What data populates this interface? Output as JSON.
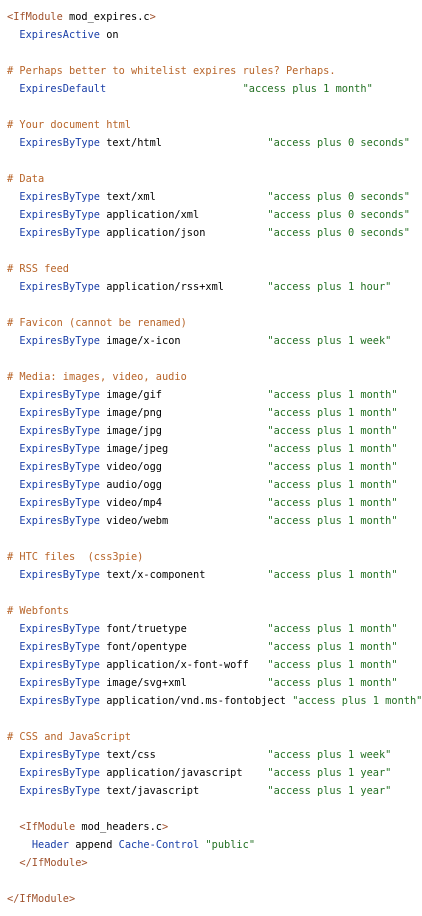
{
  "lines": [
    [
      {
        "t": "tag",
        "v": "<IfModule "
      },
      {
        "t": "plain",
        "v": "mod_expires.c"
      },
      {
        "t": "tag",
        "v": ">"
      }
    ],
    [
      {
        "t": "plain",
        "v": "  "
      },
      {
        "t": "dir",
        "v": "ExpiresActive"
      },
      {
        "t": "plain",
        "v": " on"
      }
    ],
    [],
    [
      {
        "t": "cmt",
        "v": "# Perhaps better to whitelist expires rules? Perhaps."
      }
    ],
    [
      {
        "t": "plain",
        "v": "  "
      },
      {
        "t": "dir",
        "v": "ExpiresDefault"
      },
      {
        "t": "plain",
        "v": "                      "
      },
      {
        "t": "str",
        "v": "\"access plus 1 month\""
      }
    ],
    [],
    [
      {
        "t": "cmt",
        "v": "# Your document html"
      }
    ],
    [
      {
        "t": "plain",
        "v": "  "
      },
      {
        "t": "dir",
        "v": "ExpiresByType"
      },
      {
        "t": "plain",
        "v": " text/html                 "
      },
      {
        "t": "str",
        "v": "\"access plus 0 seconds\""
      }
    ],
    [],
    [
      {
        "t": "cmt",
        "v": "# Data"
      }
    ],
    [
      {
        "t": "plain",
        "v": "  "
      },
      {
        "t": "dir",
        "v": "ExpiresByType"
      },
      {
        "t": "plain",
        "v": " text/xml                  "
      },
      {
        "t": "str",
        "v": "\"access plus 0 seconds\""
      }
    ],
    [
      {
        "t": "plain",
        "v": "  "
      },
      {
        "t": "dir",
        "v": "ExpiresByType"
      },
      {
        "t": "plain",
        "v": " application/xml           "
      },
      {
        "t": "str",
        "v": "\"access plus 0 seconds\""
      }
    ],
    [
      {
        "t": "plain",
        "v": "  "
      },
      {
        "t": "dir",
        "v": "ExpiresByType"
      },
      {
        "t": "plain",
        "v": " application/json          "
      },
      {
        "t": "str",
        "v": "\"access plus 0 seconds\""
      }
    ],
    [],
    [
      {
        "t": "cmt",
        "v": "# RSS feed"
      }
    ],
    [
      {
        "t": "plain",
        "v": "  "
      },
      {
        "t": "dir",
        "v": "ExpiresByType"
      },
      {
        "t": "plain",
        "v": " application/rss+xml       "
      },
      {
        "t": "str",
        "v": "\"access plus 1 hour\""
      }
    ],
    [],
    [
      {
        "t": "cmt",
        "v": "# Favicon (cannot be renamed)"
      }
    ],
    [
      {
        "t": "plain",
        "v": "  "
      },
      {
        "t": "dir",
        "v": "ExpiresByType"
      },
      {
        "t": "plain",
        "v": " image/x-icon              "
      },
      {
        "t": "str",
        "v": "\"access plus 1 week\""
      }
    ],
    [],
    [
      {
        "t": "cmt",
        "v": "# Media: images, video, audio"
      }
    ],
    [
      {
        "t": "plain",
        "v": "  "
      },
      {
        "t": "dir",
        "v": "ExpiresByType"
      },
      {
        "t": "plain",
        "v": " image/gif                 "
      },
      {
        "t": "str",
        "v": "\"access plus 1 month\""
      }
    ],
    [
      {
        "t": "plain",
        "v": "  "
      },
      {
        "t": "dir",
        "v": "ExpiresByType"
      },
      {
        "t": "plain",
        "v": " image/png                 "
      },
      {
        "t": "str",
        "v": "\"access plus 1 month\""
      }
    ],
    [
      {
        "t": "plain",
        "v": "  "
      },
      {
        "t": "dir",
        "v": "ExpiresByType"
      },
      {
        "t": "plain",
        "v": " image/jpg                 "
      },
      {
        "t": "str",
        "v": "\"access plus 1 month\""
      }
    ],
    [
      {
        "t": "plain",
        "v": "  "
      },
      {
        "t": "dir",
        "v": "ExpiresByType"
      },
      {
        "t": "plain",
        "v": " image/jpeg                "
      },
      {
        "t": "str",
        "v": "\"access plus 1 month\""
      }
    ],
    [
      {
        "t": "plain",
        "v": "  "
      },
      {
        "t": "dir",
        "v": "ExpiresByType"
      },
      {
        "t": "plain",
        "v": " video/ogg                 "
      },
      {
        "t": "str",
        "v": "\"access plus 1 month\""
      }
    ],
    [
      {
        "t": "plain",
        "v": "  "
      },
      {
        "t": "dir",
        "v": "ExpiresByType"
      },
      {
        "t": "plain",
        "v": " audio/ogg                 "
      },
      {
        "t": "str",
        "v": "\"access plus 1 month\""
      }
    ],
    [
      {
        "t": "plain",
        "v": "  "
      },
      {
        "t": "dir",
        "v": "ExpiresByType"
      },
      {
        "t": "plain",
        "v": " video/mp4                 "
      },
      {
        "t": "str",
        "v": "\"access plus 1 month\""
      }
    ],
    [
      {
        "t": "plain",
        "v": "  "
      },
      {
        "t": "dir",
        "v": "ExpiresByType"
      },
      {
        "t": "plain",
        "v": " video/webm                "
      },
      {
        "t": "str",
        "v": "\"access plus 1 month\""
      }
    ],
    [],
    [
      {
        "t": "cmt",
        "v": "# HTC files  (css3pie)"
      }
    ],
    [
      {
        "t": "plain",
        "v": "  "
      },
      {
        "t": "dir",
        "v": "ExpiresByType"
      },
      {
        "t": "plain",
        "v": " text/x-component          "
      },
      {
        "t": "str",
        "v": "\"access plus 1 month\""
      }
    ],
    [],
    [
      {
        "t": "cmt",
        "v": "# Webfonts"
      }
    ],
    [
      {
        "t": "plain",
        "v": "  "
      },
      {
        "t": "dir",
        "v": "ExpiresByType"
      },
      {
        "t": "plain",
        "v": " font/truetype             "
      },
      {
        "t": "str",
        "v": "\"access plus 1 month\""
      }
    ],
    [
      {
        "t": "plain",
        "v": "  "
      },
      {
        "t": "dir",
        "v": "ExpiresByType"
      },
      {
        "t": "plain",
        "v": " font/opentype             "
      },
      {
        "t": "str",
        "v": "\"access plus 1 month\""
      }
    ],
    [
      {
        "t": "plain",
        "v": "  "
      },
      {
        "t": "dir",
        "v": "ExpiresByType"
      },
      {
        "t": "plain",
        "v": " application/x-font-woff   "
      },
      {
        "t": "str",
        "v": "\"access plus 1 month\""
      }
    ],
    [
      {
        "t": "plain",
        "v": "  "
      },
      {
        "t": "dir",
        "v": "ExpiresByType"
      },
      {
        "t": "plain",
        "v": " image/svg+xml             "
      },
      {
        "t": "str",
        "v": "\"access plus 1 month\""
      }
    ],
    [
      {
        "t": "plain",
        "v": "  "
      },
      {
        "t": "dir",
        "v": "ExpiresByType"
      },
      {
        "t": "plain",
        "v": " application/vnd.ms-fontobject "
      },
      {
        "t": "str",
        "v": "\"access plus 1 month\""
      }
    ],
    [],
    [
      {
        "t": "cmt",
        "v": "# CSS and JavaScript"
      }
    ],
    [
      {
        "t": "plain",
        "v": "  "
      },
      {
        "t": "dir",
        "v": "ExpiresByType"
      },
      {
        "t": "plain",
        "v": " text/css                  "
      },
      {
        "t": "str",
        "v": "\"access plus 1 week\""
      }
    ],
    [
      {
        "t": "plain",
        "v": "  "
      },
      {
        "t": "dir",
        "v": "ExpiresByType"
      },
      {
        "t": "plain",
        "v": " application/javascript    "
      },
      {
        "t": "str",
        "v": "\"access plus 1 year\""
      }
    ],
    [
      {
        "t": "plain",
        "v": "  "
      },
      {
        "t": "dir",
        "v": "ExpiresByType"
      },
      {
        "t": "plain",
        "v": " text/javascript           "
      },
      {
        "t": "str",
        "v": "\"access plus 1 year\""
      }
    ],
    [],
    [
      {
        "t": "plain",
        "v": "  "
      },
      {
        "t": "tag",
        "v": "<IfModule "
      },
      {
        "t": "plain",
        "v": "mod_headers.c"
      },
      {
        "t": "tag",
        "v": ">"
      }
    ],
    [
      {
        "t": "plain",
        "v": "    "
      },
      {
        "t": "dir",
        "v": "Header"
      },
      {
        "t": "plain",
        "v": " append "
      },
      {
        "t": "dir",
        "v": "Cache-Control"
      },
      {
        "t": "plain",
        "v": " "
      },
      {
        "t": "str",
        "v": "\"public\""
      }
    ],
    [
      {
        "t": "plain",
        "v": "  "
      },
      {
        "t": "tag",
        "v": "</IfModule>"
      }
    ],
    [],
    [
      {
        "t": "tag",
        "v": "</IfModule>"
      }
    ]
  ]
}
